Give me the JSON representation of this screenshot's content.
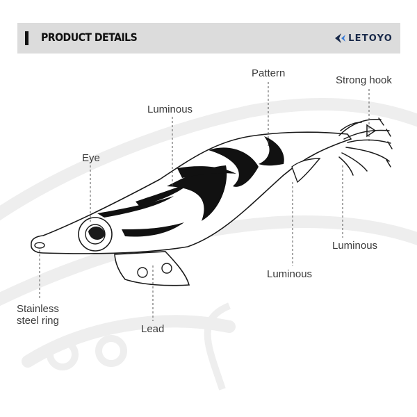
{
  "header": {
    "title": "PRODUCT DETAILS",
    "brand": "LETOYO"
  },
  "labels": {
    "pattern": "Pattern",
    "strong_hook": "Strong hook",
    "luminous_top": "Luminous",
    "eye": "Eye",
    "luminous_right": "Luminous",
    "luminous_bottom": "Luminous",
    "stainless_line1": "Stainless",
    "stainless_line2": "steel ring",
    "lead": "Lead"
  },
  "colors": {
    "header_bg": "#dcdcdc",
    "text": "#3a3a3a",
    "outline": "#1a1a1a",
    "watermark": "#eeeeee"
  }
}
